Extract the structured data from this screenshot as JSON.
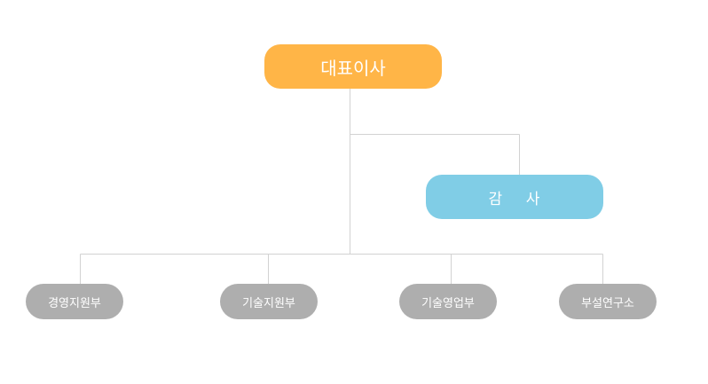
{
  "org_chart": {
    "ceo": {
      "label": "대표이사",
      "color": "#ffb547"
    },
    "auditor": {
      "label": "감    사",
      "color": "#80cde6"
    },
    "departments": [
      {
        "label": "경영지원부"
      },
      {
        "label": "기술지원부"
      },
      {
        "label": "기술영업부"
      },
      {
        "label": "부설연구소"
      }
    ],
    "department_color": "#aeaeae",
    "connector_color": "#d2d2d2"
  }
}
